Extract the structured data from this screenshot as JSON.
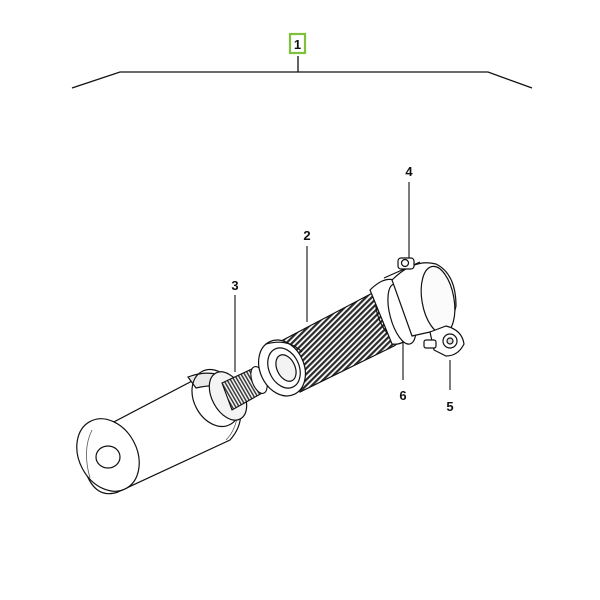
{
  "diagram": {
    "assembly_callout": "1",
    "assembly_highlight_color": "#7ec13a",
    "line_color": "#111111",
    "callouts": {
      "filter_element": "2",
      "safety_cartridge": "3",
      "clamp_band": "4",
      "clamp_nut": "5",
      "gasket_ring": "6"
    }
  }
}
